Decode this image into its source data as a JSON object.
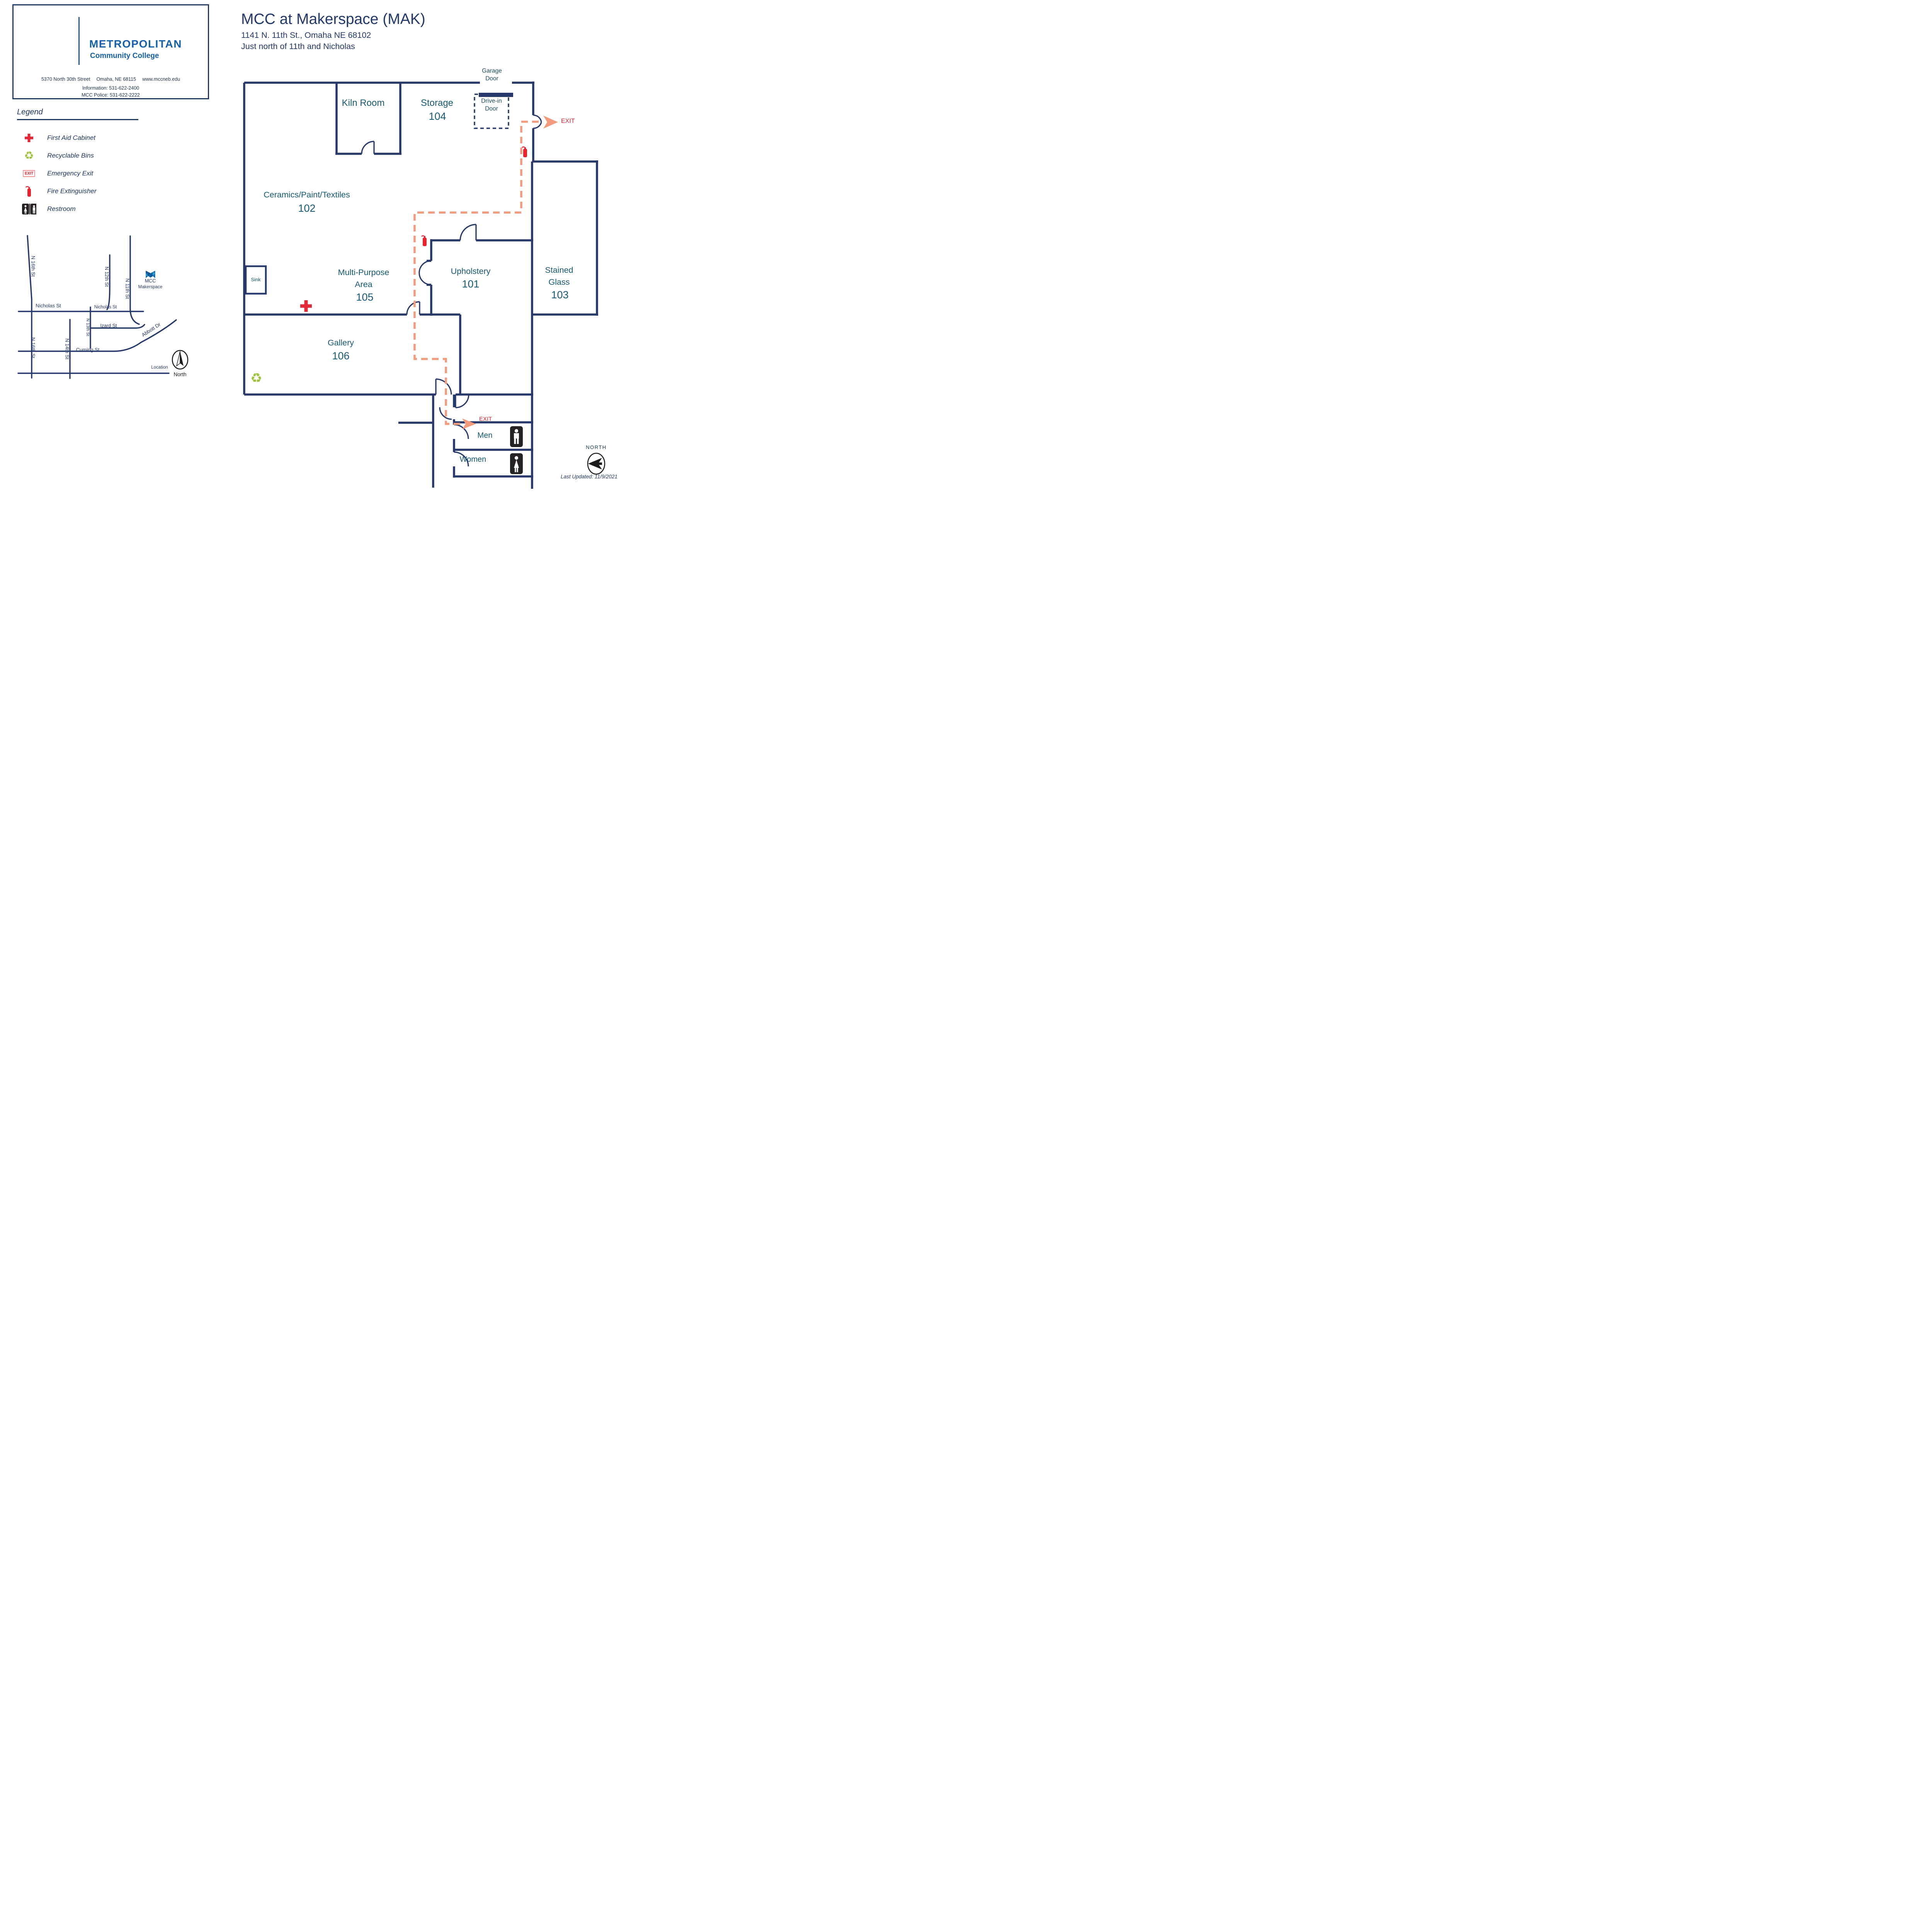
{
  "header": {
    "brand": "METROPOLITAN",
    "brand_sub": "Community College",
    "address_street": "5370 North 30th Street",
    "address_city": "Omaha, NE 68115",
    "address_web": "www.mccneb.edu",
    "info": "Information:  531-622-2400",
    "police": "MCC Police:  531-622-2222"
  },
  "title": {
    "main": "MCC at Makerspace (MAK)",
    "address": "1141 N. 11th St., Omaha NE 68102",
    "note": "Just north of 11th and Nicholas"
  },
  "legend": {
    "title": "Legend",
    "exit_box_label": "EXIT",
    "items": [
      {
        "icon": "first-aid-cross-icon",
        "label": "First Aid Cabinet"
      },
      {
        "icon": "recycle-icon",
        "label": "Recyclable Bins"
      },
      {
        "icon": "emergency-exit-icon",
        "label": "Emergency Exit"
      },
      {
        "icon": "fire-extinguisher-icon",
        "label": "Fire Extinguisher"
      },
      {
        "icon": "restroom-icon",
        "label": "Restroom"
      }
    ]
  },
  "minimap": {
    "streets": {
      "n16_upper": "N 16th St",
      "n16_lower": "N 16th St",
      "n14": "N 14th St",
      "n13": "N 13th St",
      "n12": "N 12th St",
      "n11": "N 11th St",
      "nicholas_left": "Nicholas St",
      "nicholas_right": "Nicholas St",
      "izard": "Izard St",
      "cuming": "Cuming St",
      "abbott": "Abbott Dr"
    },
    "marker": {
      "title": "MCC",
      "sub": "Makerspace"
    },
    "location": "Location",
    "north": "North"
  },
  "floor": {
    "rooms": {
      "kiln": {
        "name": "Kiln Room"
      },
      "storage": {
        "name": "Storage",
        "number": "104"
      },
      "ceramics": {
        "name": "Ceramics/Paint/Textiles",
        "number": "102"
      },
      "multi": {
        "name": "Multi-Purpose Area",
        "number": "105"
      },
      "gallery": {
        "name": "Gallery",
        "number": "106"
      },
      "upholstery": {
        "name": "Upholstery",
        "number": "101"
      },
      "stained": {
        "name": "Stained Glass",
        "number": "103"
      },
      "men": {
        "name": "Men"
      },
      "women": {
        "name": "Women"
      }
    },
    "labels": {
      "garage": "Garage Door",
      "drivein": "Drive-in Door",
      "sink": "Sink",
      "exit_top": "EXIT",
      "exit_bottom": "EXIT",
      "north": "NORTH"
    }
  },
  "footer": {
    "last_updated": "Last Updated: 11/9/2021"
  },
  "colors": {
    "wall_navy": "#27396b",
    "room_label_teal": "#175a74",
    "route_salmon": "#f29b7d",
    "exit_red": "#e02430",
    "recycle_green": "#9dc33c",
    "logo_blue": "#1560a8"
  }
}
